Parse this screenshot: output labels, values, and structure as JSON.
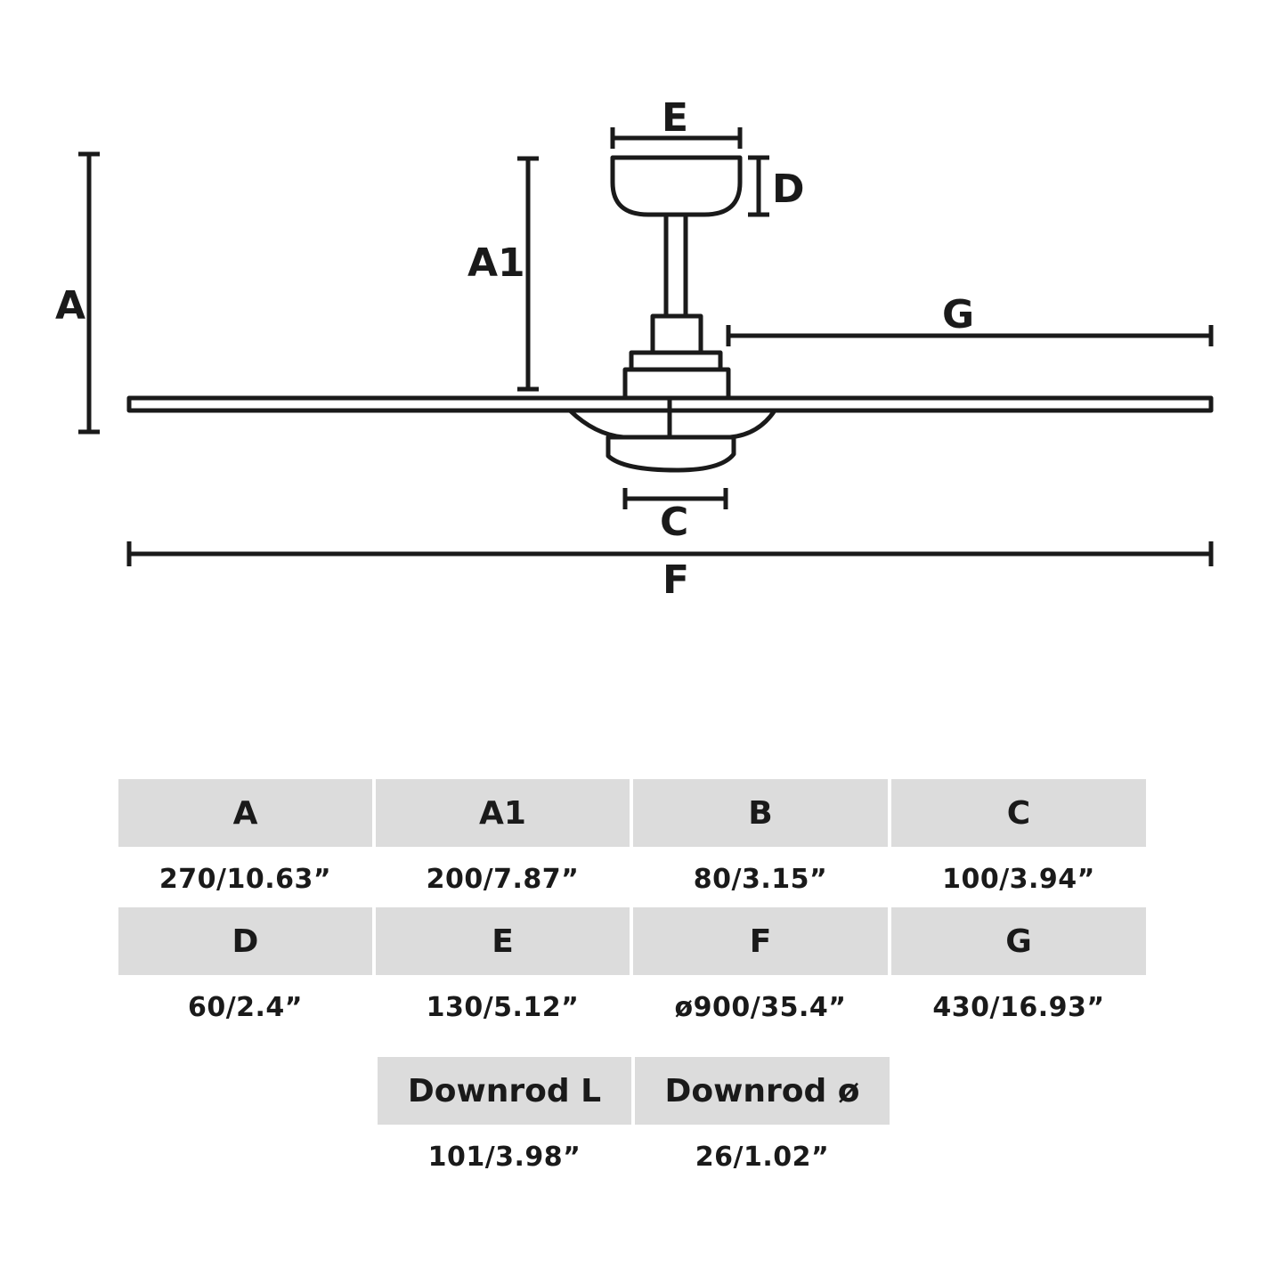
{
  "diagram": {
    "labels": {
      "A": "A",
      "A1": "A1",
      "C": "C",
      "D": "D",
      "E": "E",
      "F": "F",
      "G": "G"
    }
  },
  "specs": {
    "rows": [
      {
        "cells": [
          {
            "header": "A",
            "value": "270/10.63”"
          },
          {
            "header": "A1",
            "value": "200/7.87”"
          },
          {
            "header": "B",
            "value": "80/3.15”"
          },
          {
            "header": "C",
            "value": "100/3.94”"
          }
        ]
      },
      {
        "cells": [
          {
            "header": "D",
            "value": "60/2.4”"
          },
          {
            "header": "E",
            "value": "130/5.12”"
          },
          {
            "header": "F",
            "value": "ø900/35.4”"
          },
          {
            "header": "G",
            "value": "430/16.93”"
          }
        ]
      },
      {
        "cells": [
          {
            "header": "Downrod L",
            "value": "101/3.98”"
          },
          {
            "header": "Downrod ø",
            "value": "26/1.02”"
          }
        ]
      }
    ]
  },
  "colors": {
    "line": "#1a1a1a",
    "header_bg": "#dcdcdc"
  }
}
